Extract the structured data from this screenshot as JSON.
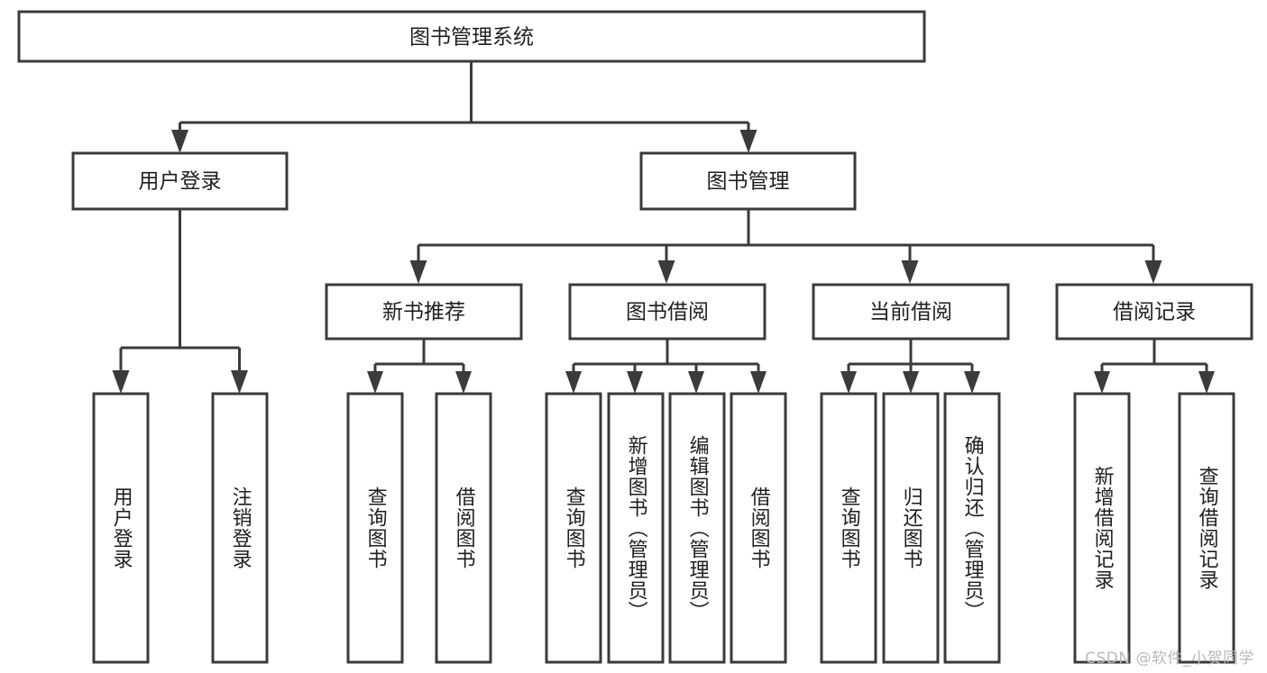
{
  "diagram": {
    "title": "图书管理系统",
    "type": "hierarchy-tree",
    "watermark": "CSDN @软件_小贺同学",
    "accent_color": "#3b3b3b",
    "text_color": "#1f1f1f",
    "background_color": "#ffffff",
    "levels": {
      "level1": [
        {
          "id": "root",
          "label": "图书管理系统"
        }
      ],
      "level2": [
        {
          "id": "user-login",
          "label": "用户登录",
          "parent": "root"
        },
        {
          "id": "book-manage",
          "label": "图书管理",
          "parent": "root"
        }
      ],
      "level3": [
        {
          "id": "new-book-rec",
          "label": "新书推荐",
          "parent": "book-manage"
        },
        {
          "id": "book-borrow",
          "label": "图书借阅",
          "parent": "book-manage"
        },
        {
          "id": "current-borrow",
          "label": "当前借阅",
          "parent": "book-manage"
        },
        {
          "id": "borrow-record",
          "label": "借阅记录",
          "parent": "book-manage"
        }
      ],
      "level4": [
        {
          "id": "leaf-user-login",
          "label": "用户登录",
          "parent": "user-login"
        },
        {
          "id": "leaf-logout",
          "label": "注销登录",
          "parent": "user-login"
        },
        {
          "id": "leaf-query-book-1",
          "label": "查询图书",
          "parent": "new-book-rec"
        },
        {
          "id": "leaf-borrow-book-1",
          "label": "借阅图书",
          "parent": "new-book-rec"
        },
        {
          "id": "leaf-query-book-2",
          "label": "查询图书",
          "parent": "book-borrow"
        },
        {
          "id": "leaf-add-book",
          "label": "新增图书（管理员）",
          "parent": "book-borrow"
        },
        {
          "id": "leaf-edit-book",
          "label": "编辑图书（管理员）",
          "parent": "book-borrow"
        },
        {
          "id": "leaf-borrow-book-2",
          "label": "借阅图书",
          "parent": "book-borrow"
        },
        {
          "id": "leaf-query-book-3",
          "label": "查询图书",
          "parent": "current-borrow"
        },
        {
          "id": "leaf-return-book",
          "label": "归还图书",
          "parent": "current-borrow"
        },
        {
          "id": "leaf-confirm-return",
          "label": "确认归还（管理员）",
          "parent": "current-borrow"
        },
        {
          "id": "leaf-add-record",
          "label": "新增借阅记录",
          "parent": "borrow-record"
        },
        {
          "id": "leaf-query-record",
          "label": "查询借阅记录",
          "parent": "borrow-record"
        }
      ]
    }
  }
}
